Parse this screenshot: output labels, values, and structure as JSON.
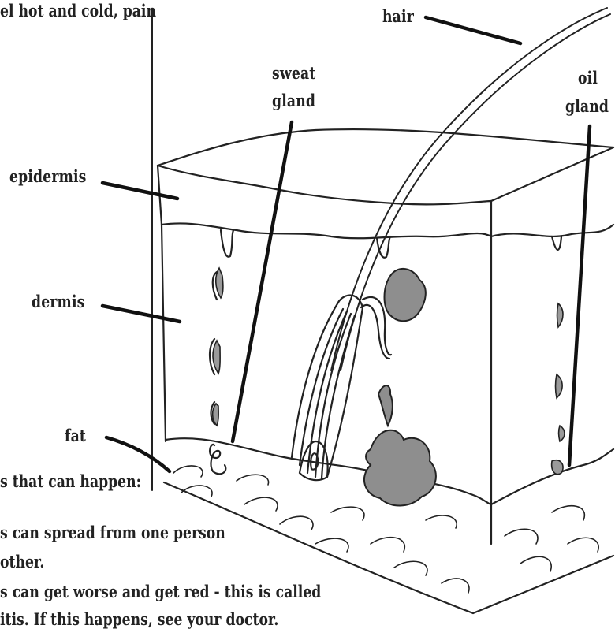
{
  "top_text": "el hot and cold, pain",
  "labels": {
    "hair": "hair",
    "sweat_line1": "sweat",
    "sweat_line2": "gland",
    "oil_line1": "oil",
    "oil_line2": "gland",
    "epidermis": "epidermis",
    "dermis": "dermis",
    "fat": "fat"
  },
  "bottom_text": {
    "heading": "s that can happen:",
    "line1": "s can spread from one person",
    "line2": "other.",
    "line3": "s can get worse and get red - this is called",
    "line4": "itis. If this happens, see your doctor."
  }
}
